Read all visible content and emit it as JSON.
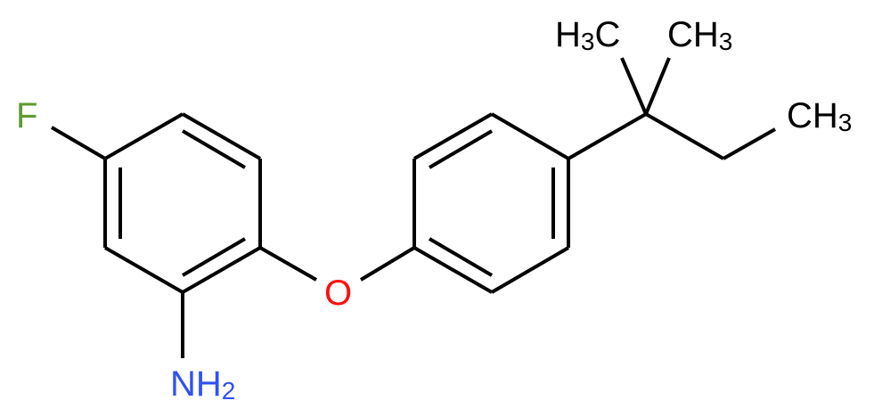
{
  "molecule": {
    "atoms": {
      "fluorine": {
        "label": "F",
        "color": "#5f9a32"
      },
      "oxygen": {
        "label": "O",
        "color": "#ff0d0d"
      },
      "amine": {
        "label": "NH",
        "sub": "2",
        "color": "#3050f8"
      },
      "methyl_left": {
        "h": "H",
        "sub": "3",
        "c": "C"
      },
      "methyl_right": {
        "c": "CH",
        "sub": "3"
      },
      "methyl_ethyl": {
        "c": "CH",
        "sub": "3"
      }
    },
    "bond_color": "#000000"
  }
}
